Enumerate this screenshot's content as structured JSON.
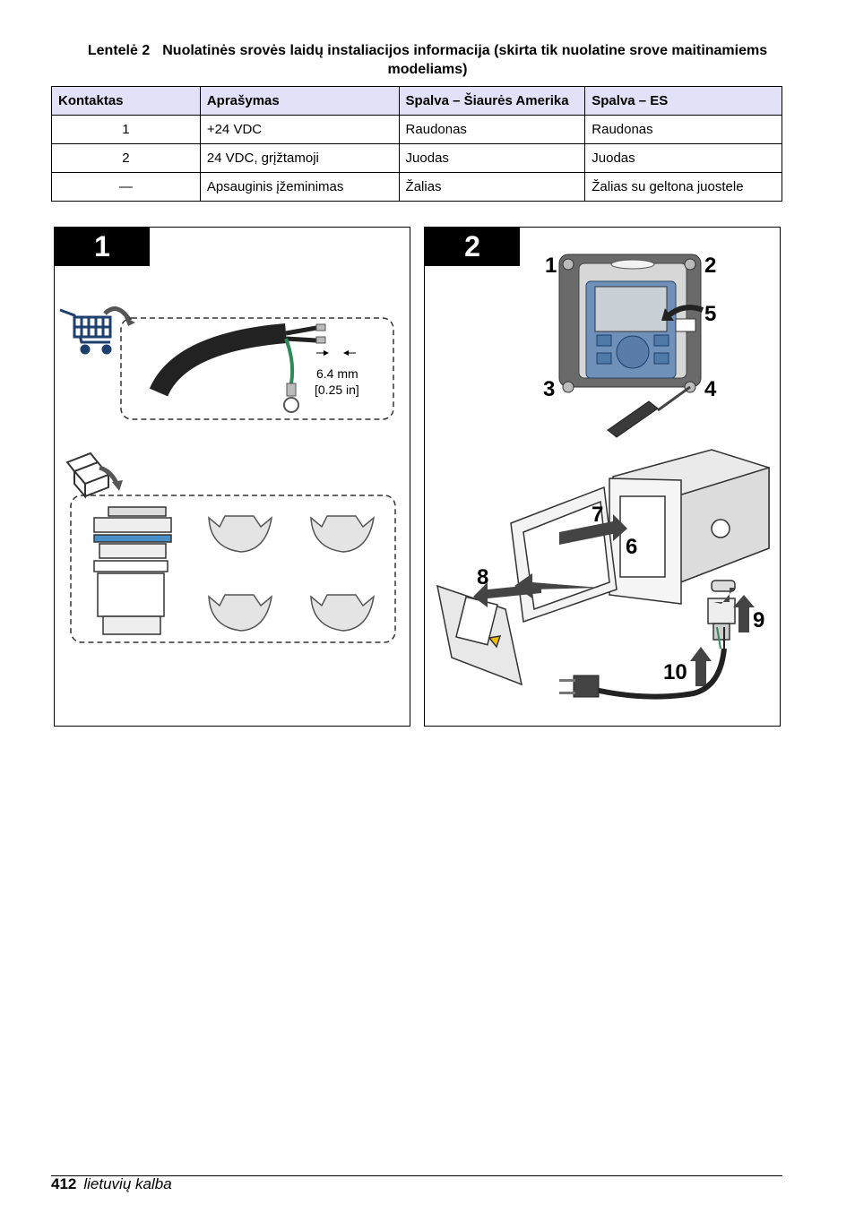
{
  "caption": {
    "label": "Lentelė 2",
    "text": "Nuolatinės srovės laidų instaliacijos informacija (skirta tik nuolatine srove maitinamiems modeliams)"
  },
  "table": {
    "headers": [
      "Kontaktas",
      "Aprašymas",
      "Spalva – Šiaurės Amerika",
      "Spalva – ES"
    ],
    "rows": [
      [
        "1",
        "+24 VDC",
        "Raudonas",
        "Raudonas"
      ],
      [
        "2",
        "24 VDC, grįžtamoji",
        "Juodas",
        "Juodas"
      ],
      [
        "—",
        "Apsauginis įžeminimas",
        "Žalias",
        "Žalias su geltona juostele"
      ]
    ]
  },
  "figure1": {
    "step": "1",
    "strip_length": "6.4 mm",
    "strip_length_in": "[0.25 in]"
  },
  "figure2": {
    "step": "2",
    "callouts": [
      "1",
      "2",
      "3",
      "4",
      "5",
      "6",
      "7",
      "8",
      "9",
      "10"
    ]
  },
  "footer": {
    "page": "412",
    "language": "lietuvių kalba"
  }
}
